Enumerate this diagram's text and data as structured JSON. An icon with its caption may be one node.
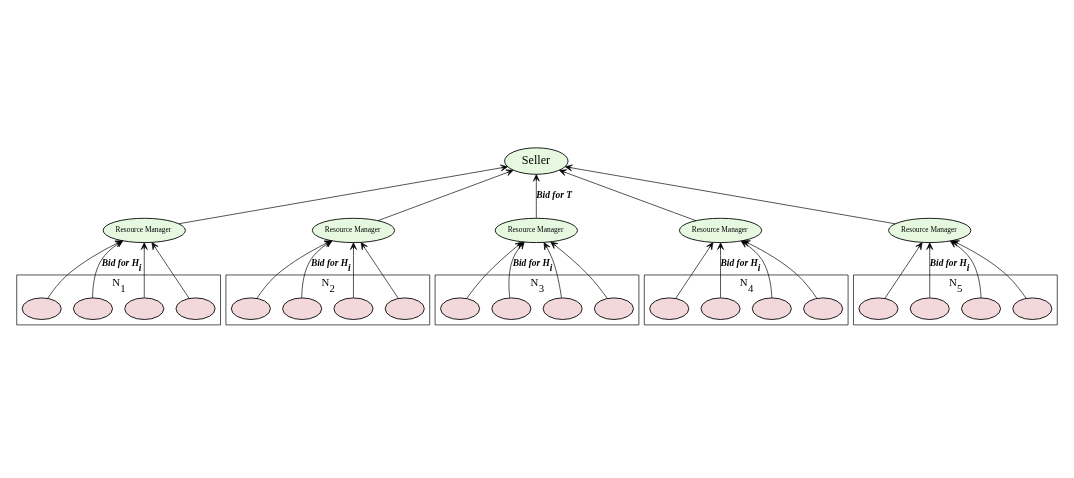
{
  "diagram": {
    "nodes": [
      {
        "text": [
          "Seller"
        ]
      },
      {
        "text": [
          "Resource Manager"
        ]
      },
      {
        "text": [
          "Resource Manager"
        ]
      },
      {
        "text": [
          "Resource Manager"
        ]
      },
      {
        "text": [
          "Resource Manager"
        ]
      },
      {
        "text": [
          "Resource Manager"
        ]
      },
      {
        "text": [
          "N$_{1}$"
        ]
      },
      {
        "text": [],
        "shape": "ellipse",
        "in": 6
      },
      {
        "text": [],
        "shape": "ellipse",
        "in": 6
      },
      {
        "text": [],
        "shape": "ellipse",
        "in": 6
      },
      {
        "text": [],
        "shape": "ellipse",
        "in": 6
      },
      {
        "text": [
          "N$_{2}$"
        ]
      },
      {
        "text": [],
        "shape": "ellipse",
        "in": 11
      },
      {
        "text": [],
        "shape": "ellipse",
        "in": 11
      },
      {
        "text": [],
        "shape": "ellipse",
        "in": 11
      },
      {
        "text": [],
        "shape": "ellipse",
        "in": 11
      },
      {
        "text": [
          "N$_{3}$"
        ]
      },
      {
        "text": [],
        "shape": "ellipse",
        "in": 16
      },
      {
        "text": [],
        "shape": "ellipse",
        "in": 16
      },
      {
        "text": [],
        "shape": "ellipse",
        "in": 16
      },
      {
        "text": [],
        "shape": "ellipse",
        "in": 16
      },
      {
        "text": [
          "N$_{4}$"
        ]
      },
      {
        "text": [],
        "shape": "ellipse",
        "in": 21
      },
      {
        "text": [],
        "shape": "ellipse",
        "in": 21
      },
      {
        "text": [],
        "shape": "ellipse",
        "in": 21
      },
      {
        "text": [],
        "shape": "ellipse",
        "in": 21
      },
      {
        "text": [
          "N$_{5}$"
        ]
      },
      {
        "text": [],
        "shape": "ellipse",
        "in": 26
      },
      {
        "text": [],
        "shape": "ellipse",
        "in": 26
      },
      {
        "text": [],
        "shape": "ellipse",
        "in": 26
      },
      {
        "text": [],
        "shape": "ellipse",
        "in": 26
      }
    ],
    "edges": [
      {
        "from": 1,
        "to": 0,
        "arrow": "to"
      },
      {
        "from": 2,
        "to": 0,
        "arrow": "to"
      },
      {
        "from": 3,
        "to": 0,
        "arrow": "to",
        "label": "Bid for T"
      },
      {
        "from": 4,
        "to": 0,
        "arrow": "to"
      },
      {
        "from": 5,
        "to": 0,
        "arrow": "to"
      },
      {
        "from": 7,
        "to": 1,
        "arrow": "to"
      },
      {
        "from": 8,
        "to": 1,
        "arrow": "to",
        "label": "Bid for H$_{i}$"
      },
      {
        "from": 9,
        "to": 1,
        "arrow": "to"
      },
      {
        "from": 10,
        "to": 1,
        "arrow": "to"
      },
      {
        "from": 12,
        "to": 2,
        "arrow": "to"
      },
      {
        "from": 13,
        "to": 2,
        "arrow": "to",
        "label": "Bid for H$_{i}$"
      },
      {
        "from": 14,
        "to": 2,
        "arrow": "to"
      },
      {
        "from": 15,
        "to": 2,
        "arrow": "to"
      },
      {
        "from": 17,
        "to": 3,
        "arrow": "to"
      },
      {
        "from": 18,
        "to": 3,
        "arrow": "to",
        "label": "Bid for H$_{i}$"
      },
      {
        "from": 19,
        "to": 3,
        "arrow": "to"
      },
      {
        "from": 20,
        "to": 3,
        "arrow": "to"
      },
      {
        "from": 22,
        "to": 4,
        "arrow": "to"
      },
      {
        "from": 23,
        "to": 4,
        "arrow": "to",
        "label": "Bid for H$_{i}$"
      },
      {
        "from": 24,
        "to": 4,
        "arrow": "to"
      },
      {
        "from": 25,
        "to": 4,
        "arrow": "to"
      },
      {
        "from": 27,
        "to": 5,
        "arrow": "to"
      },
      {
        "from": 28,
        "to": 5,
        "arrow": "to",
        "label": "Bid for H$_{i}$"
      },
      {
        "from": 29,
        "to": 5,
        "arrow": "to"
      },
      {
        "from": 30,
        "to": 5,
        "arrow": "to"
      }
    ]
  }
}
